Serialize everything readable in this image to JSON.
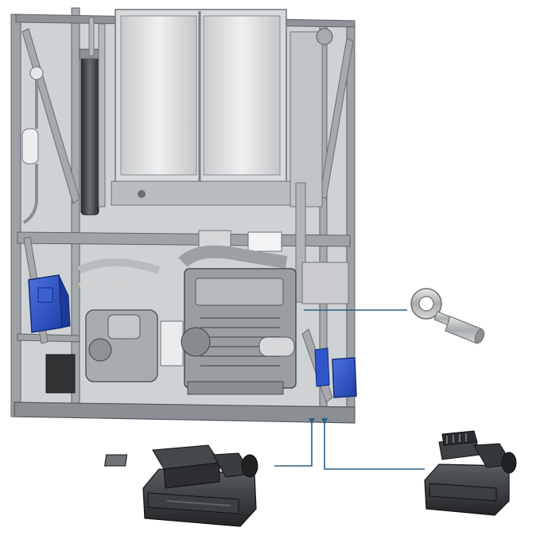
{
  "diagram": {
    "colors": {
      "frame": "#8e9296",
      "frame_dark": "#5c6065",
      "panel": "#d9dbdd",
      "panel_light": "#eceeef",
      "metal": "#b3b6b9",
      "engine": "#9a9ea2",
      "blue_module": "#2f55c8",
      "blue_dark": "#1c3a98",
      "connector": "#2e3033",
      "connector_light": "#55585c",
      "leader": "#2b5f86",
      "terminal_steel": "#c9cbcd"
    },
    "callouts": [
      {
        "name": "ring-terminal",
        "icon": "ring-terminal-icon"
      },
      {
        "name": "connector-left",
        "icon": "electrical-connector-icon"
      },
      {
        "name": "connector-right",
        "icon": "electrical-connector-icon"
      }
    ]
  }
}
